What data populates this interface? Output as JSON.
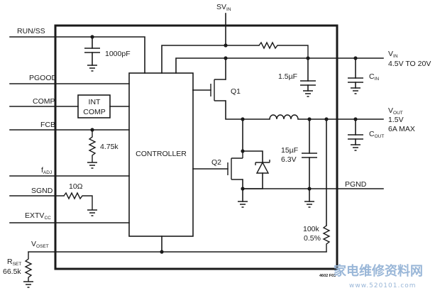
{
  "pins": {
    "run_ss": "RUN/SS",
    "pgood": "PGOOD",
    "comp": "COMP",
    "fcb": "FCB",
    "fadj_main": "f",
    "fadj_sub": "ADJ",
    "sgnd": "SGND",
    "extvcc_main": "EXTV",
    "extvcc_sub": "CC",
    "vosset_main": "V",
    "vosset_sub": "OSET"
  },
  "blocks": {
    "controller": "CONTROLLER",
    "int_comp_line1": "INT",
    "int_comp_line2": "COMP"
  },
  "components": {
    "c_runss": "1000pF",
    "r_fcb": "4.75k",
    "r_sgnd": "10Ω",
    "c_sv": "1.5µF",
    "q1": "Q1",
    "q2": "Q2",
    "c_out_val1": "15µF",
    "c_out_val2": "6.3V",
    "r_pg_val1": "100k",
    "r_pg_val2": "0.5%",
    "rset_main": "R",
    "rset_sub": "SET",
    "rset_val": "66.5k"
  },
  "supply": {
    "svin_main": "SV",
    "svin_sub": "IN",
    "vin_main": "V",
    "vin_sub": "IN",
    "vin_range": "4.5V TO 20V",
    "cin_main": "C",
    "cin_sub": "IN",
    "vout_main": "V",
    "vout_sub": "OUT",
    "vout_v": "1.5V",
    "vout_i": "6A MAX",
    "cout_main": "C",
    "cout_sub": "OUT",
    "pgnd": "PGND"
  },
  "figure_id": "4602 F01",
  "watermark": {
    "text": "家电维修资料网",
    "url": "www.520101.com"
  }
}
